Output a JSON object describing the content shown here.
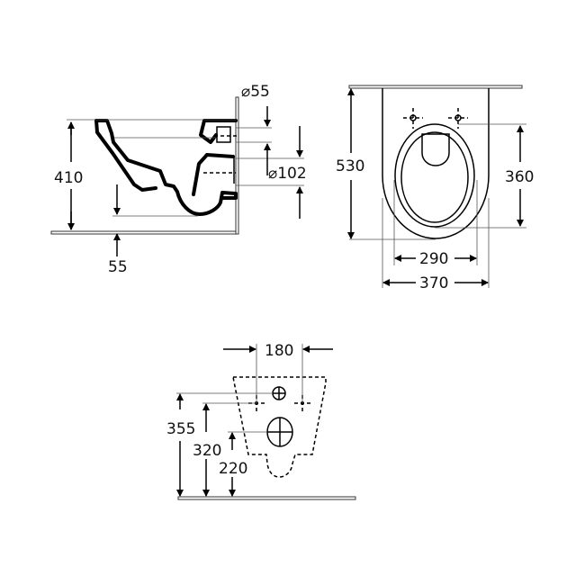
{
  "diagram": {
    "title": "Wall-hung WC technical drawing",
    "views": {
      "side": {
        "labels": {
          "height": "410",
          "bottom_offset": "55",
          "inlet_diameter": "⌀55",
          "outlet_diameter": "⌀102"
        }
      },
      "top": {
        "labels": {
          "length": "530",
          "bowl_length": "360",
          "bowl_width": "290",
          "width": "370"
        }
      },
      "wall_mounting": {
        "labels": {
          "bolt_spacing": "180",
          "inlet_height": "355",
          "bolt_height": "320",
          "outlet_height": "220"
        }
      }
    }
  }
}
